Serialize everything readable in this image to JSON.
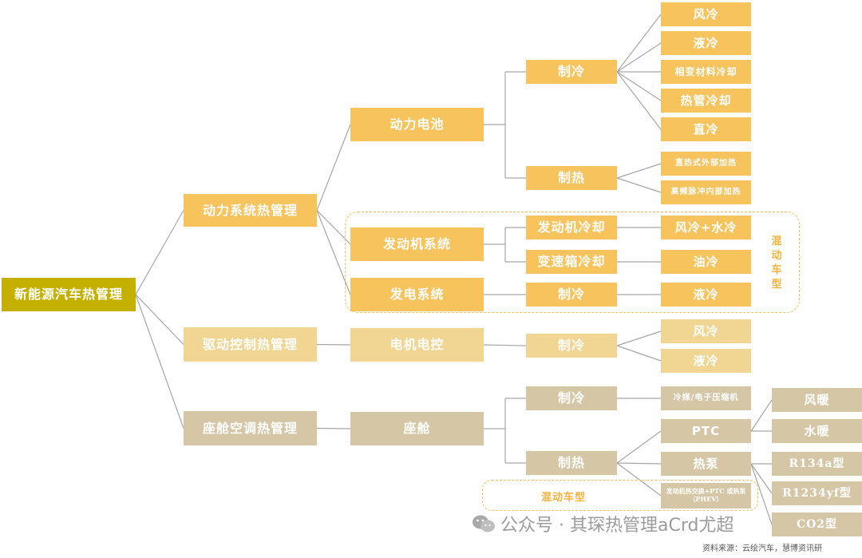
{
  "root": "新能源汽车热管理",
  "level1": {
    "power": "动力系统热管理",
    "drive": "驱动控制热管理",
    "cabin": "座舱空调热管理"
  },
  "level2": {
    "battery": "动力电池",
    "engine": "发动机系统",
    "generator": "发电系统",
    "motor": "电机电控",
    "cabin": "座舱"
  },
  "level3": {
    "battery_cool": "制冷",
    "battery_heat": "制热",
    "engine_cool": "发动机冷却",
    "gearbox_cool": "变速箱冷却",
    "generator_cool": "制冷",
    "motor_cool": "制冷",
    "cabin_cool": "制冷",
    "cabin_heat": "制热"
  },
  "level4": {
    "air": "风冷",
    "liquid": "液冷",
    "phase_change": "相变材料冷却",
    "heat_pipe": "热管冷却",
    "direct": "直冷",
    "ext_heat": "直热式外部加热",
    "pulse_heat": "高频脉冲内部加热",
    "engine_out": "风冷+水冷",
    "oil": "油冷",
    "gen_liquid": "液冷",
    "motor_air": "风冷",
    "motor_liquid": "液冷",
    "compressor": "冷媒/电子压缩机",
    "ptc": "PTC",
    "heat_pump": "热泵",
    "phev": "发动机热交换+PTC 或热泵（PHEV）"
  },
  "level5": {
    "air_warm": "风暖",
    "water_warm": "水暖",
    "r134a": "R134a型",
    "r1234yf": "R1234yf型",
    "co2": "CO2型"
  },
  "labels": {
    "hybrid_vertical": "混动车型",
    "hybrid_horizontal": "混动车型"
  },
  "watermark": "公众号 · 其琛热管理aCrd尤超",
  "source": "资料来源：云绘汽车，慧博资讯研",
  "colors": {
    "root": "#c4b000",
    "gold": "#f6c35d",
    "pale": "#f0d593",
    "tan": "#d5c7a6",
    "connector": "#a6a6a6",
    "dashed": "#f3c05c"
  }
}
